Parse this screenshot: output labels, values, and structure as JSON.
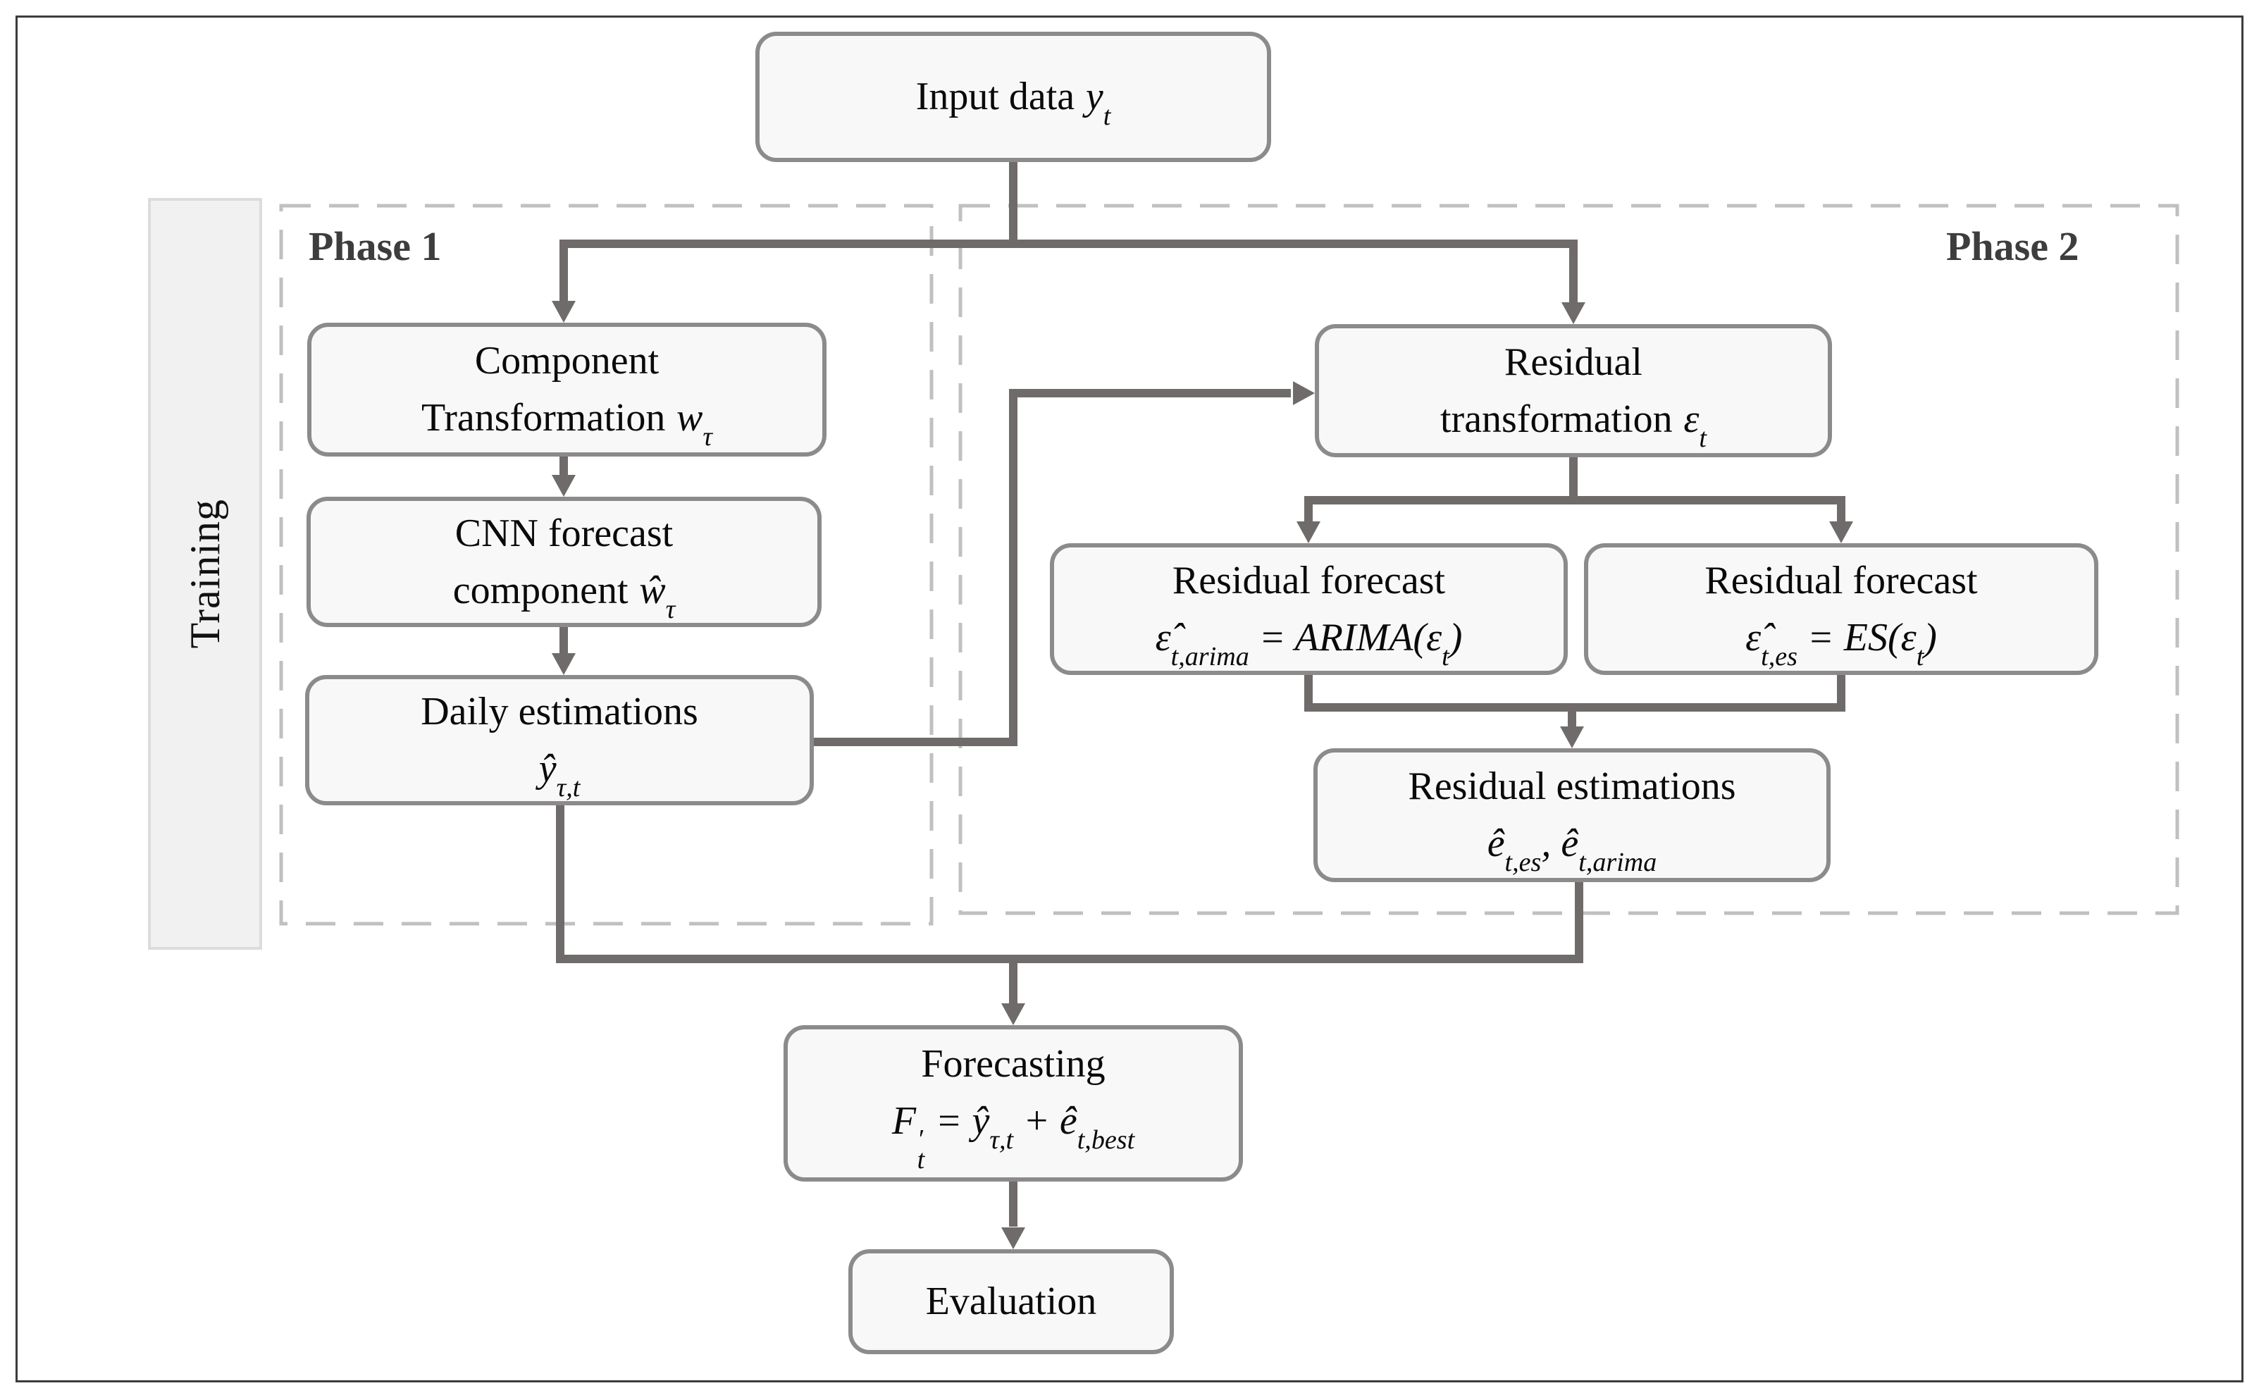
{
  "figure": {
    "training_label": "Training",
    "phase1_label": "Phase 1",
    "phase2_label": "Phase 2",
    "colors": {
      "line": "#6f6b6a",
      "box_border": "#8c8a8a",
      "box_fill": "#f8f8f8",
      "dashed_border": "#c0c0c0",
      "training_fill": "#f1f1f1",
      "training_border": "#dcdcdc",
      "phase_label": "#3d3d3d",
      "frame_border": "#3c3c3c",
      "text": "#0a0a0a"
    },
    "boxes": {
      "input": {
        "text": "Input data",
        "math": "y_{t}"
      },
      "component": {
        "line1": "Component",
        "line2_text": "Transformation",
        "line2_math": "w_{τ}"
      },
      "cnn": {
        "line1": "CNN forecast",
        "line2_text": "component",
        "line2_math": "ŵ_{τ}"
      },
      "daily": {
        "line1": "Daily estimations",
        "line2_math": "ŷ_{τ,t}"
      },
      "residual_transformation": {
        "line1": "Residual",
        "line2_text": "transformation",
        "line2_math": "ε_{t}"
      },
      "residual_forecast_arima": {
        "line1": "Residual forecast",
        "line2_math": "ε̂_{t,arima} = ARIMA(ε_{t})"
      },
      "residual_forecast_es": {
        "line1": "Residual forecast",
        "line2_math": "ε̂_{t,es} = ES(ε_{t})"
      },
      "residual_estimations": {
        "line1": "Residual estimations",
        "line2_math": "ê_{t,es}, ê_{t,arima}"
      },
      "forecasting": {
        "line1": "Forecasting",
        "line2_math": "F^{′}_{t} = ŷ_{τ,t} + ê_{t,best}"
      },
      "evaluation": {
        "line1": "Evaluation"
      }
    }
  }
}
